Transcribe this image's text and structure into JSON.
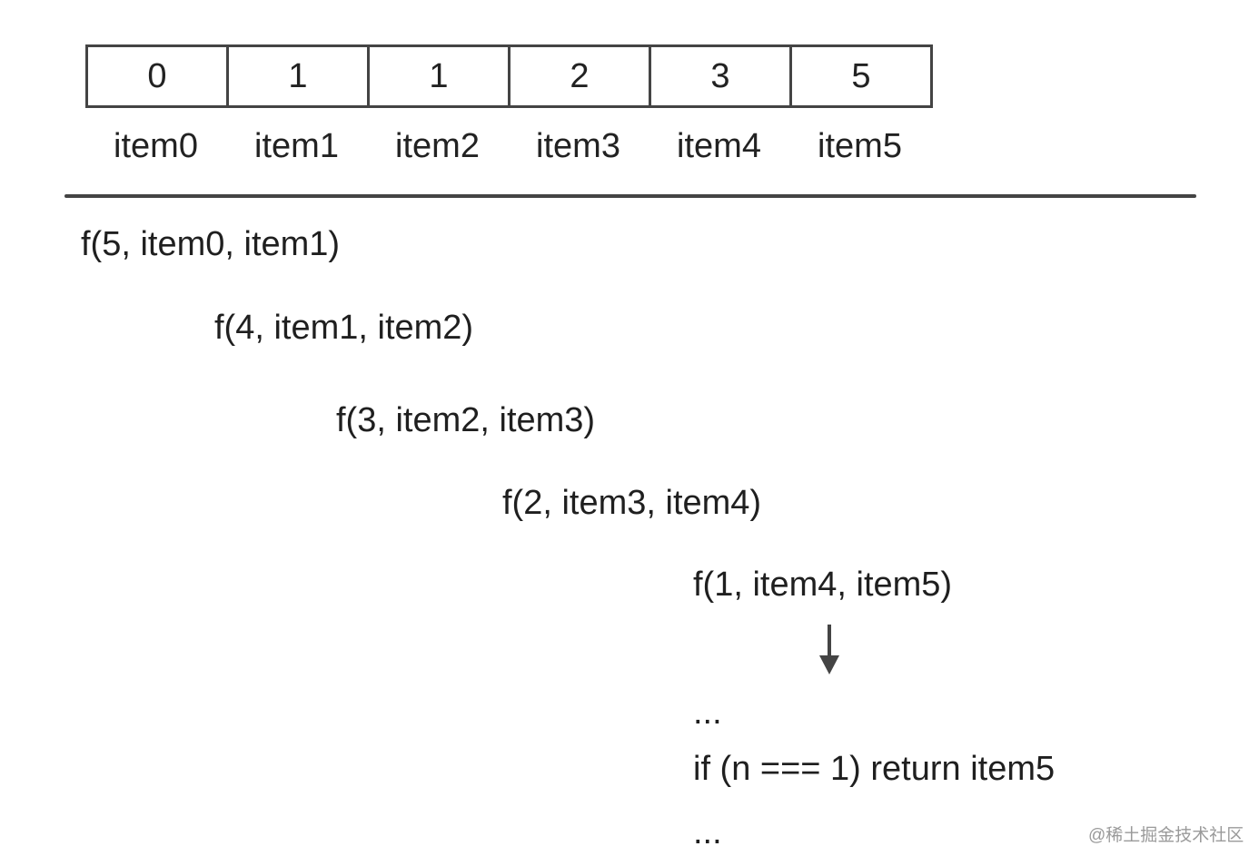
{
  "array": {
    "values": [
      "0",
      "1",
      "1",
      "2",
      "3",
      "5"
    ],
    "labels": [
      "item0",
      "item1",
      "item2",
      "item3",
      "item4",
      "item5"
    ]
  },
  "calls": [
    "f(5, item0, item1)",
    "f(4, item1, item2)",
    "f(3, item2, item3)",
    "f(2, item3, item4)",
    "f(1, item4, item5)"
  ],
  "base_case": {
    "ellipsis_top": "...",
    "condition": "if (n === 1) return item5",
    "ellipsis_bottom": "..."
  },
  "watermark": "@稀土掘金技术社区",
  "colors": {
    "line": "#444444",
    "text": "#1f1f1f",
    "watermark": "#9a9a9a"
  }
}
